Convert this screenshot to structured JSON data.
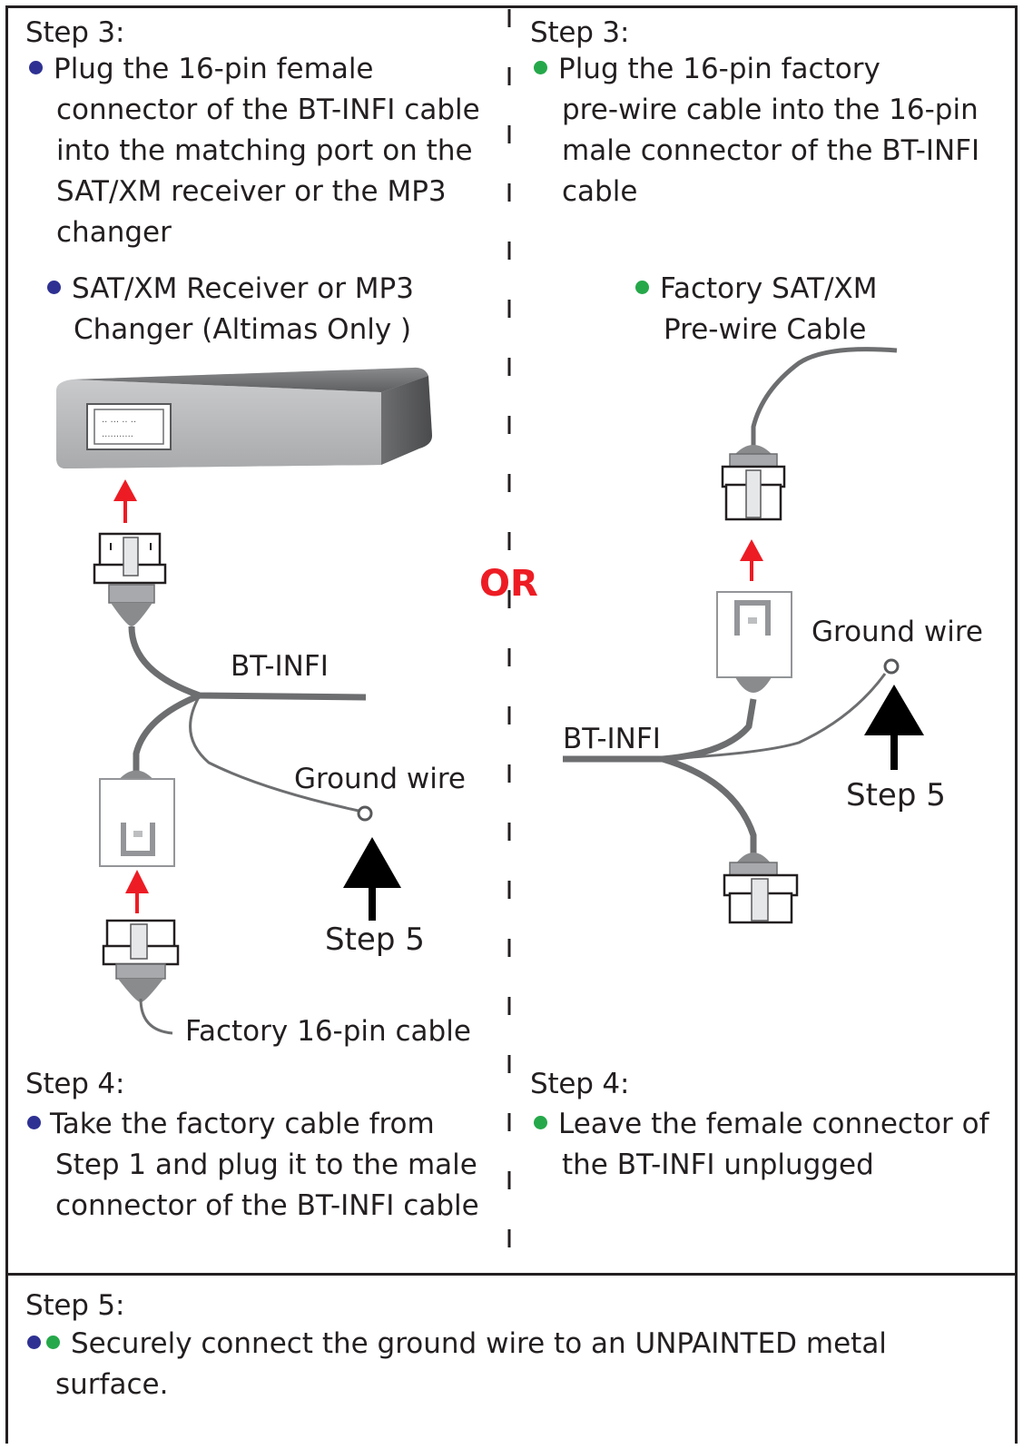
{
  "colors": {
    "blue_bullet": "#2e3192",
    "green_bullet": "#25a84a",
    "or_red": "#ed1c24",
    "arrow_red": "#ed1c24"
  },
  "left": {
    "step3_heading": "Step 3:",
    "step3_lines": [
      "Plug the 16-pin female",
      "connector of the BT-INFI cable",
      "into the matching port on the",
      "SAT/XM receiver or the MP3",
      "changer"
    ],
    "device_lines": [
      "SAT/XM Receiver or MP3",
      "Changer (Altimas Only )"
    ],
    "bt_infi_label": "BT-INFI",
    "ground_label": "Ground wire",
    "step5_label": "Step 5",
    "factory_cable_label": "Factory 16-pin cable",
    "step4_heading": "Step 4:",
    "step4_lines": [
      "Take the factory cable from",
      "Step 1 and plug it to the male",
      "connector of the BT-INFI cable"
    ]
  },
  "or_label": "OR",
  "right": {
    "step3_heading": "Step 3:",
    "step3_lines": [
      "Plug the 16-pin factory",
      "pre-wire cable into the 16-pin",
      "male connector of the BT-INFI",
      "cable"
    ],
    "prewire_lines": [
      "Factory SAT/XM",
      "Pre-wire Cable"
    ],
    "ground_label": "Ground wire",
    "bt_infi_label": "BT-INFI",
    "step5_label": "Step 5",
    "step4_heading": "Step 4:",
    "step4_lines": [
      "Leave the female connector of",
      "the BT-INFI unplugged"
    ]
  },
  "bottom": {
    "step5_heading": "Step 5:",
    "step5_lines": [
      "Securely connect the ground wire to an UNPAINTED metal",
      "surface."
    ]
  }
}
